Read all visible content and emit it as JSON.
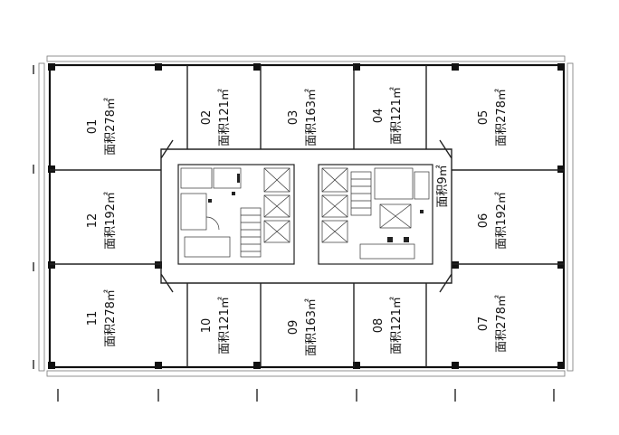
{
  "plan": {
    "units": [
      {
        "num": "01",
        "area": "面积278㎡"
      },
      {
        "num": "02",
        "area": "面积121㎡"
      },
      {
        "num": "03",
        "area": "面积163㎡"
      },
      {
        "num": "04",
        "area": "面积121㎡"
      },
      {
        "num": "05",
        "area": "面积278㎡"
      },
      {
        "num": "06",
        "area": "面积192㎡"
      },
      {
        "num": "07",
        "area": "面积278㎡"
      },
      {
        "num": "08",
        "area": "面积121㎡"
      },
      {
        "num": "09",
        "area": "面积163㎡"
      },
      {
        "num": "10",
        "area": "面积121㎡"
      },
      {
        "num": "11",
        "area": "面积278㎡"
      },
      {
        "num": "12",
        "area": "面积192㎡"
      }
    ],
    "extra_area": "面积9㎡"
  }
}
